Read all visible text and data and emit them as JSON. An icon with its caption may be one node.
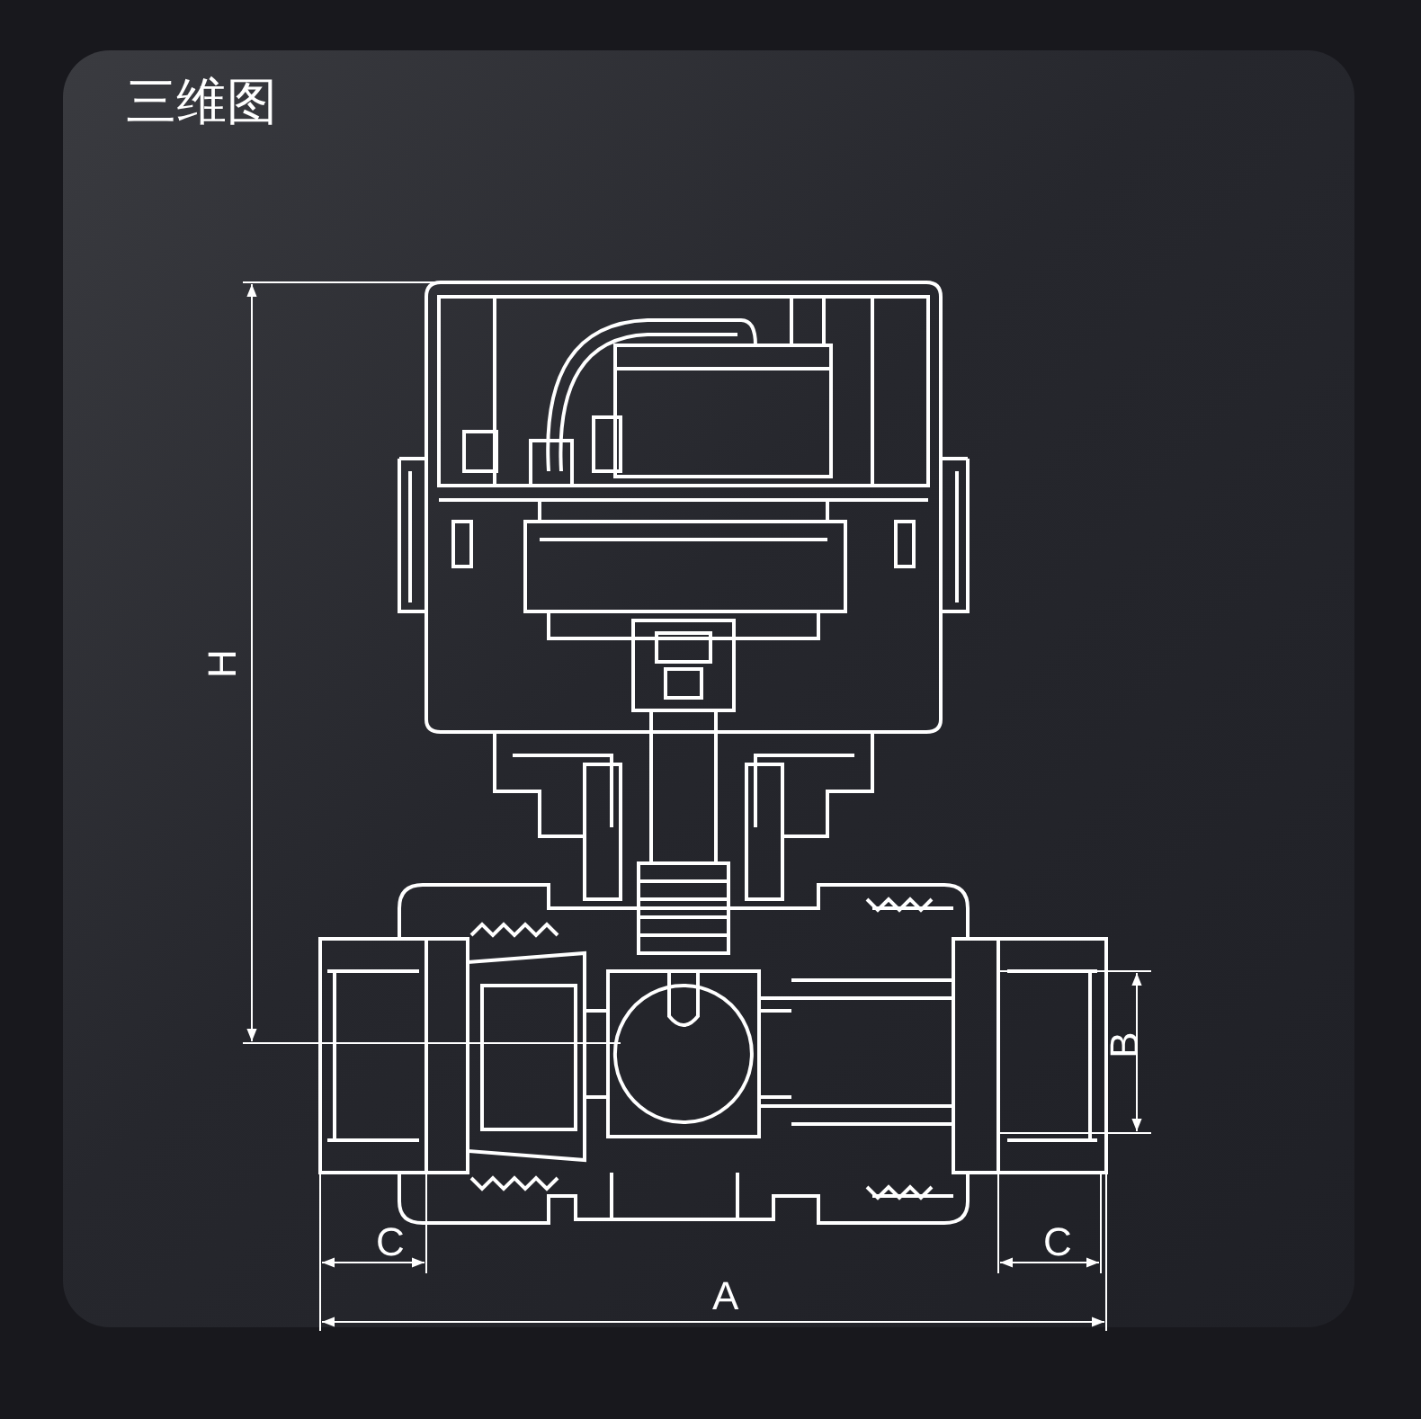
{
  "diagram": {
    "title": "三维图",
    "labels": [
      "H",
      "B",
      "C",
      "C",
      "A"
    ]
  }
}
